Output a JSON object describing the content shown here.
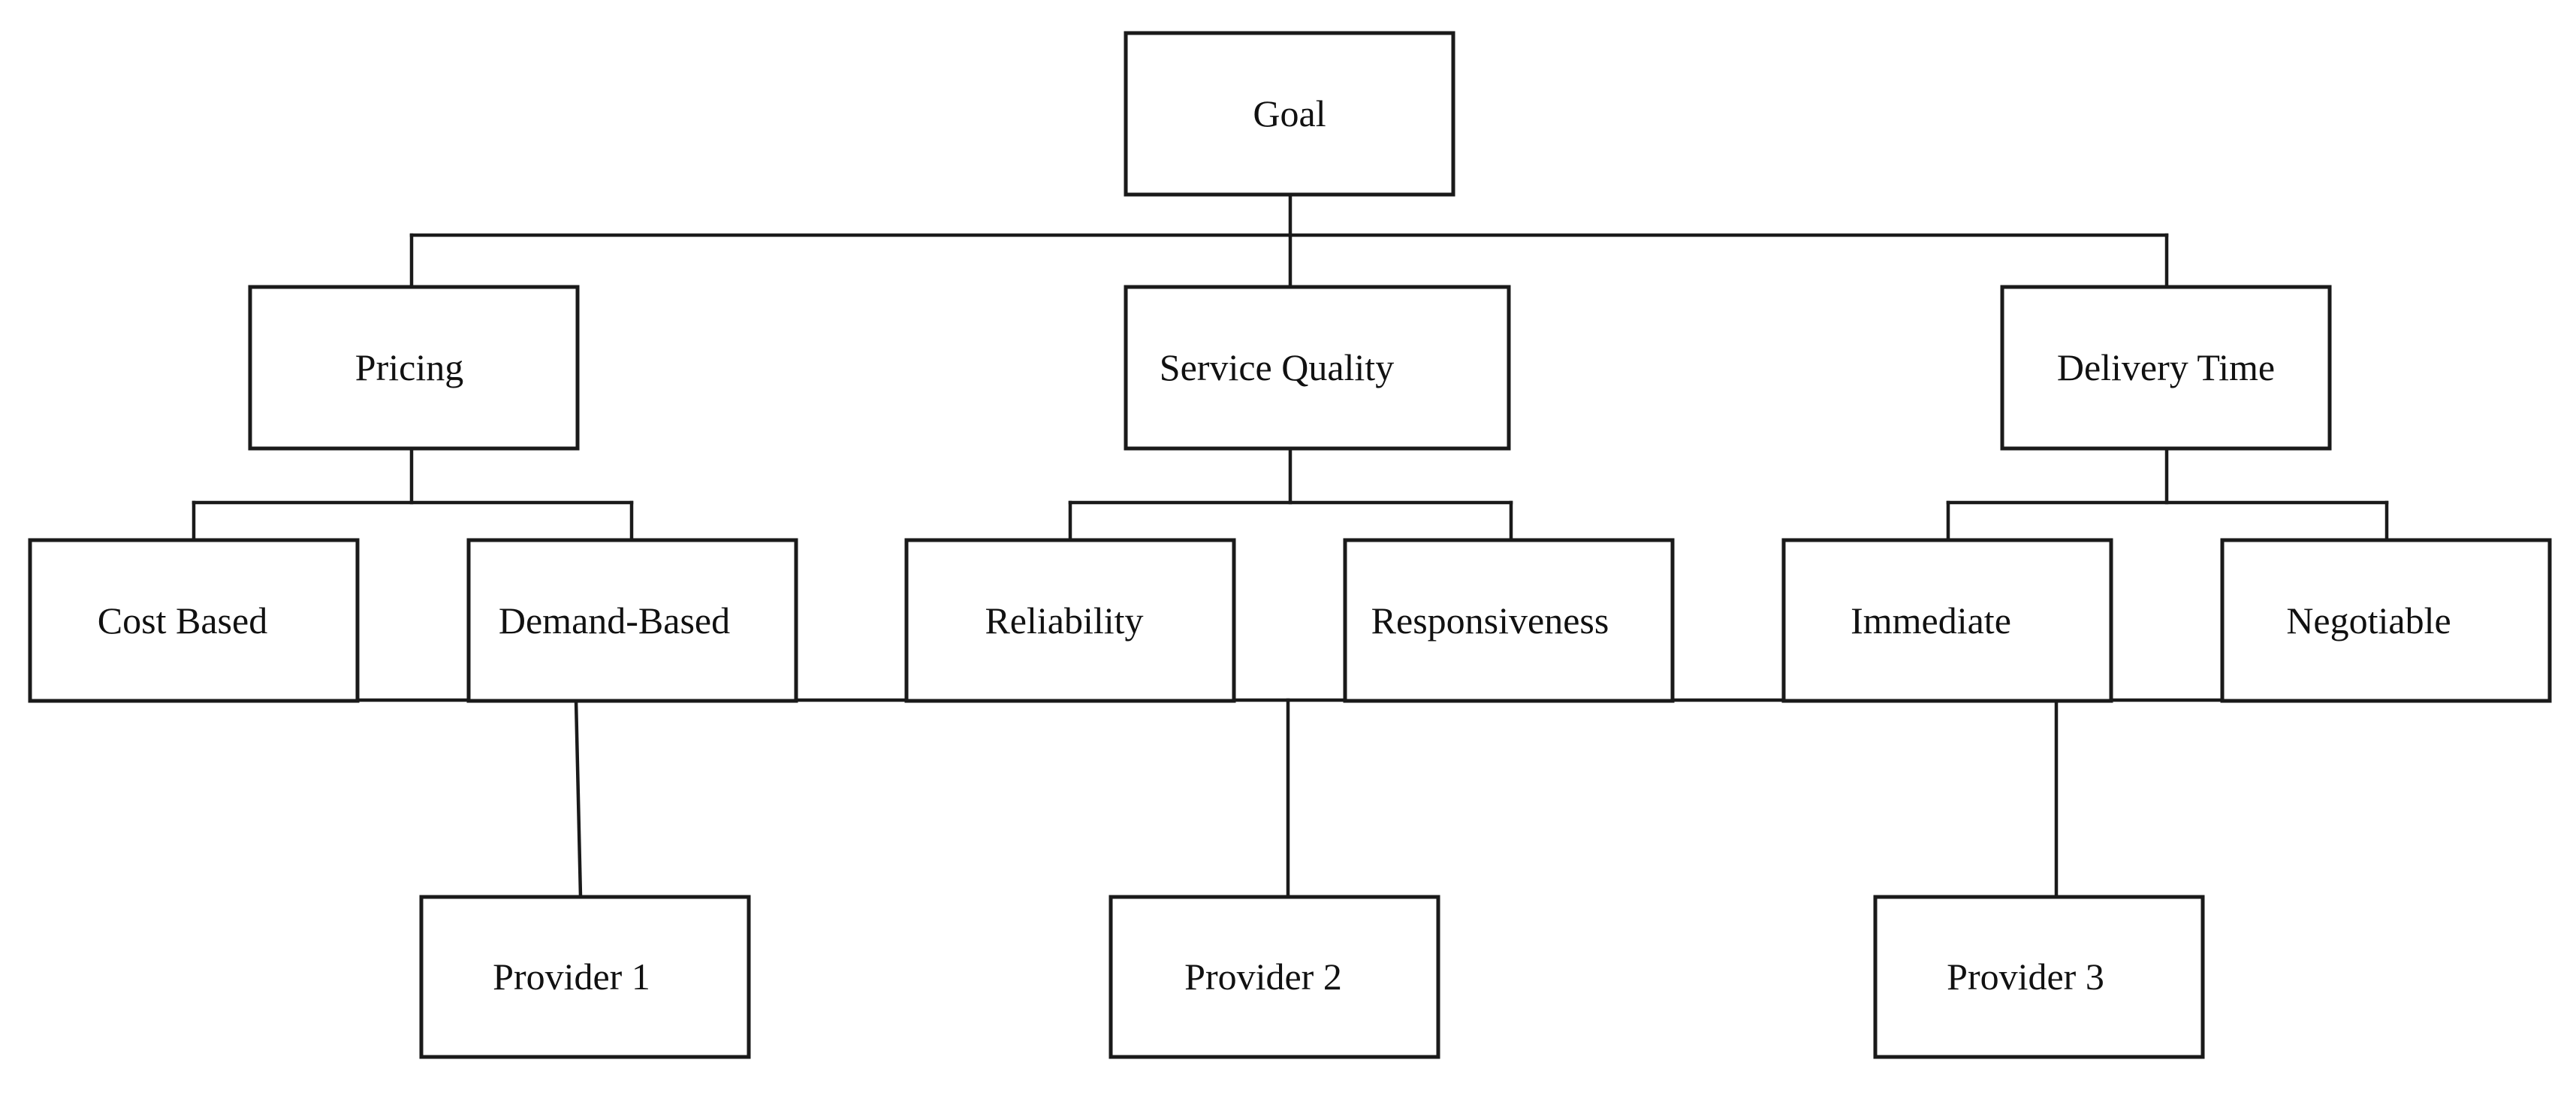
{
  "diagram": {
    "goal": "Goal",
    "criteria": {
      "pricing": "Pricing",
      "service_quality": "Service Quality",
      "delivery_time": "Delivery Time"
    },
    "subcriteria": {
      "cost_based": "Cost Based",
      "demand_based": "Demand-Based",
      "reliability": "Reliability",
      "responsiveness": "Responsiveness",
      "immediate": "Immediate",
      "negotiable": "Negotiable"
    },
    "alternatives": {
      "provider_1": "Provider 1",
      "provider_2": "Provider 2",
      "provider_3": "Provider 3"
    }
  }
}
